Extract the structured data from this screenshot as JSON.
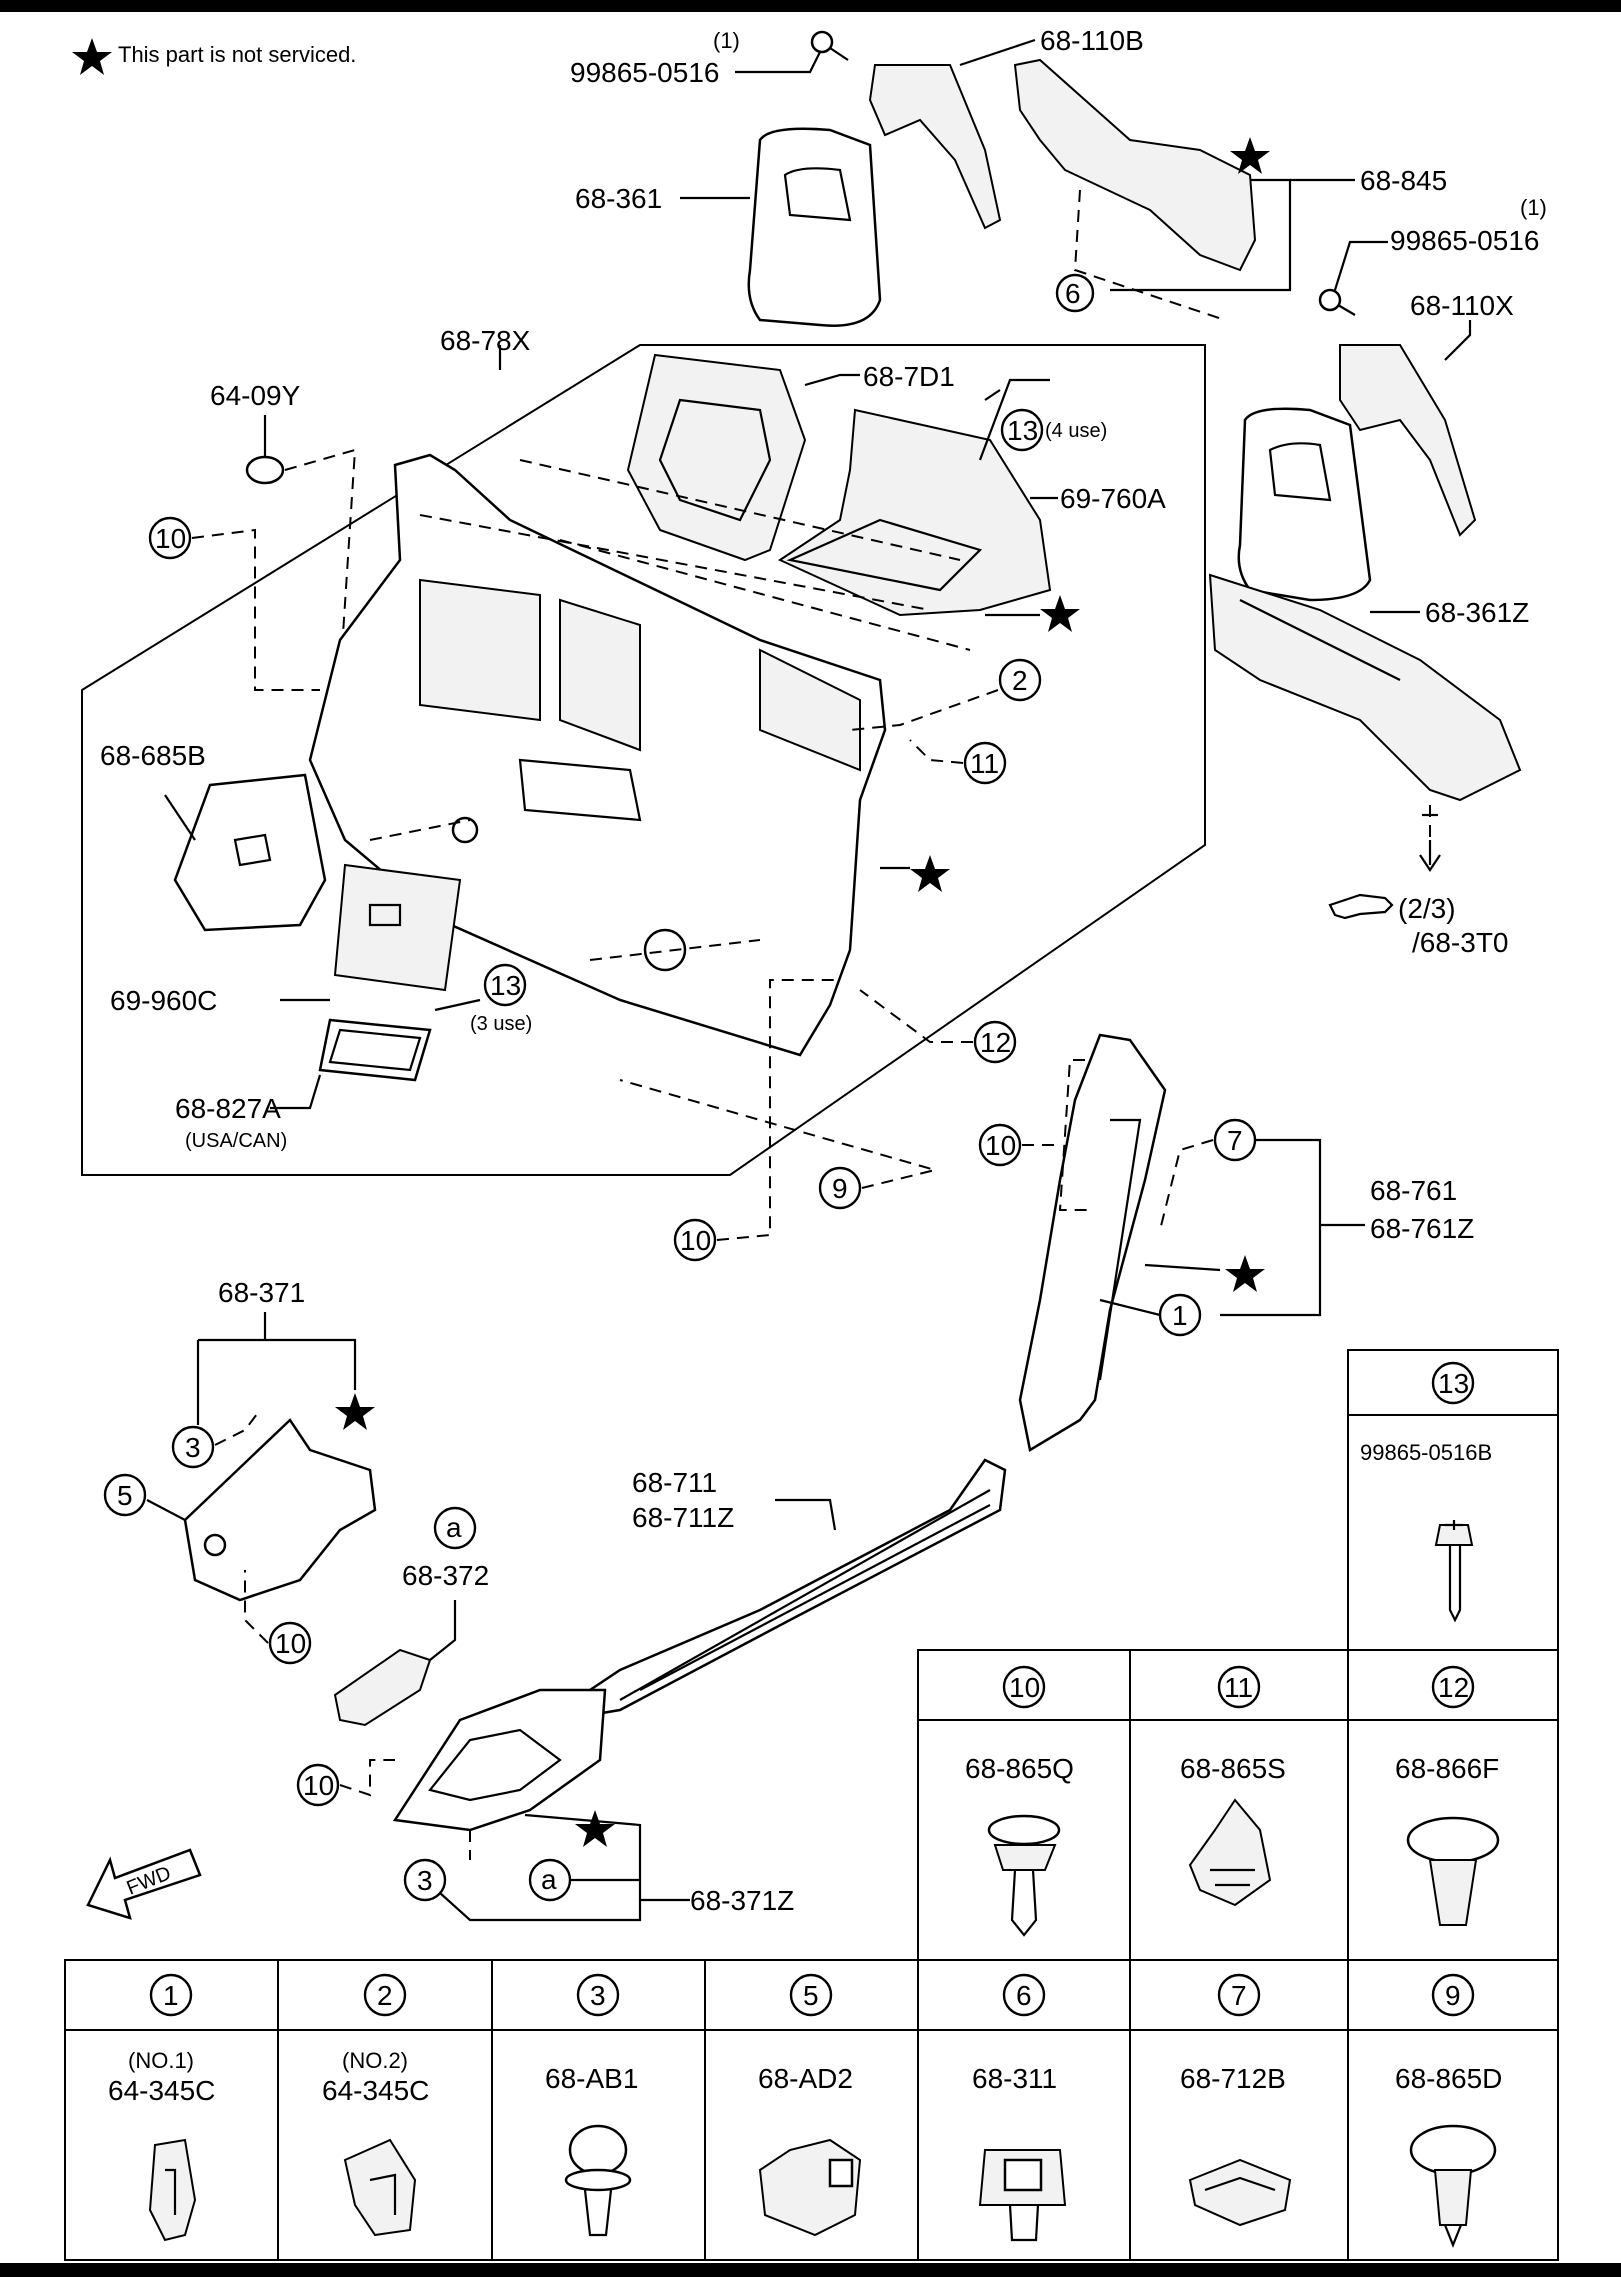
{
  "header_note": "This part is not serviced.",
  "callouts": [
    {
      "id": "c-1-top",
      "text": "(1)"
    },
    {
      "id": "99865-0516-top",
      "text": "99865-0516"
    },
    {
      "id": "68-110B",
      "text": "68-110B"
    },
    {
      "id": "68-361",
      "text": "68-361"
    },
    {
      "id": "68-845",
      "text": "68-845"
    },
    {
      "id": "c-1-right",
      "text": "(1)"
    },
    {
      "id": "99865-0516-right",
      "text": "99865-0516"
    },
    {
      "id": "68-110X",
      "text": "68-110X"
    },
    {
      "id": "68-78X",
      "text": "68-78X"
    },
    {
      "id": "68-7D1",
      "text": "68-7D1"
    },
    {
      "id": "64-09Y",
      "text": "64-09Y"
    },
    {
      "id": "13-4use",
      "text": "(4 use)"
    },
    {
      "id": "69-760A",
      "text": "69-760A"
    },
    {
      "id": "68-361Z",
      "text": "68-361Z"
    },
    {
      "id": "68-685B",
      "text": "68-685B"
    },
    {
      "id": "2-3",
      "text": "(2/3)"
    },
    {
      "id": "68-3T0",
      "text": "/68-3T0"
    },
    {
      "id": "69-960C",
      "text": "69-960C"
    },
    {
      "id": "13-3use",
      "text": "(3 use)"
    },
    {
      "id": "68-827A",
      "text": "68-827A"
    },
    {
      "id": "usa-can",
      "text": "(USA/CAN)"
    },
    {
      "id": "68-761",
      "text": "68-761"
    },
    {
      "id": "68-761Z",
      "text": "68-761Z"
    },
    {
      "id": "68-371",
      "text": "68-371"
    },
    {
      "id": "68-711",
      "text": "68-711"
    },
    {
      "id": "68-711Z",
      "text": "68-711Z"
    },
    {
      "id": "68-372",
      "text": "68-372"
    },
    {
      "id": "68-371Z",
      "text": "68-371Z"
    },
    {
      "id": "fwd",
      "text": "FWD"
    }
  ],
  "ref_numbers": {
    "n6": "6",
    "n10": "10",
    "n13": "13",
    "n2": "2",
    "n11": "11",
    "n12": "12",
    "n9": "9",
    "n7": "7",
    "n1": "1",
    "n3": "3",
    "n5": "5",
    "na": "a"
  },
  "fastener_table": [
    {
      "ref": "13",
      "name": "",
      "part": "99865-0516B"
    },
    {
      "ref": "10",
      "name": "",
      "part": "68-865Q"
    },
    {
      "ref": "11",
      "name": "",
      "part": "68-865S"
    },
    {
      "ref": "12",
      "name": "",
      "part": "68-866F"
    },
    {
      "ref": "1",
      "name": "(NO.1)",
      "part": "64-345C"
    },
    {
      "ref": "2",
      "name": "(NO.2)",
      "part": "64-345C"
    },
    {
      "ref": "3",
      "name": "",
      "part": "68-AB1"
    },
    {
      "ref": "5",
      "name": "",
      "part": "68-AD2"
    },
    {
      "ref": "6",
      "name": "",
      "part": "68-311"
    },
    {
      "ref": "7",
      "name": "",
      "part": "68-712B"
    },
    {
      "ref": "9",
      "name": "",
      "part": "68-865D"
    }
  ],
  "colors": {
    "ink": "#000000",
    "paper": "#ffffff",
    "part_fill": "#f2f2f2"
  },
  "icons": [
    "star-icon",
    "pointing-hand-icon",
    "fwd-arrow-icon"
  ]
}
